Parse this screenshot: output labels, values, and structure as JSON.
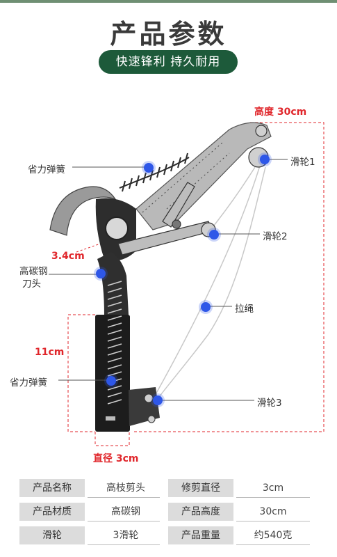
{
  "header": {
    "title": "产品参数",
    "subtitle": "快速锋利 持久耐用"
  },
  "dimensions": {
    "height": "高度 30cm",
    "blade_width": "3.4cm",
    "handle_length": "11cm",
    "cut_diameter": "直径 3cm"
  },
  "callouts": {
    "spring_top": "省力弹簧",
    "blade_line1": "高碳钢",
    "blade_line2": "刀头",
    "spring_bottom": "省力弹簧",
    "pulley1": "滑轮1",
    "pulley2": "滑轮2",
    "rope": "拉绳",
    "pulley3": "滑轮3"
  },
  "colors": {
    "accent_green": "#1d5a3a",
    "dimension_red": "#e0262b",
    "marker_blue": "#2e57e8"
  },
  "specs": [
    {
      "key1": "产品名称",
      "val1": "高枝剪头",
      "key2": "修剪直径",
      "val2": "3cm"
    },
    {
      "key1": "产品材质",
      "val1": "高碳钢",
      "key2": "产品高度",
      "val2": "30cm"
    },
    {
      "key1": "滑轮",
      "val1": "3滑轮",
      "key2": "产品重量",
      "val2": "约540克"
    }
  ]
}
